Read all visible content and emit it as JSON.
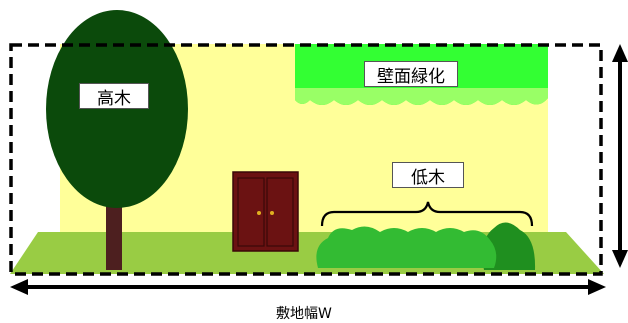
{
  "labels": {
    "tall_tree": "高木",
    "wall_greening": "壁面緑化",
    "low_tree": "低木",
    "site_width": "敷地幅W"
  },
  "colors": {
    "wall": "#ffff99",
    "ground": "#99cc44",
    "tree_canopy": "#0b4a0b",
    "tree_trunk": "#4d1f1f",
    "wall_green": "#33ff33",
    "wall_green_light": "#99ff66",
    "shrub": "#33bb33",
    "shrub_dark": "#1f8f1f",
    "door": "#6b1212",
    "outline": "#000000"
  },
  "icons": {
    "width_arrow": "double-headed-arrow-horizontal",
    "height_arrow": "double-headed-arrow-vertical"
  }
}
